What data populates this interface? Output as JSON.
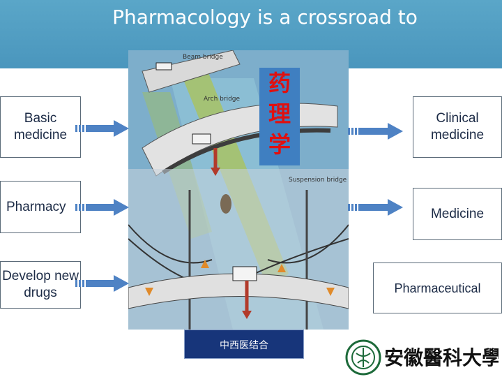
{
  "title": "Pharmacology is a crossroad  to",
  "left_boxes": [
    "Basic medicine",
    "Pharmacy",
    "Develop new drugs"
  ],
  "right_boxes": [
    "Clinical medicine",
    "Medicine",
    "Pharmaceutical"
  ],
  "center_cn": [
    "药",
    "理",
    "学"
  ],
  "bottom_label": "中西医结合",
  "illustration_labels": {
    "beam": "Beam bridge",
    "arch": "Arch bridge",
    "suspension": "Suspension bridge"
  },
  "logo_text": "安徽醫科大學",
  "colors": {
    "title_bar": "#4a96bd",
    "arrow": "#4e82c4",
    "cn_text": "#e01010"
  }
}
